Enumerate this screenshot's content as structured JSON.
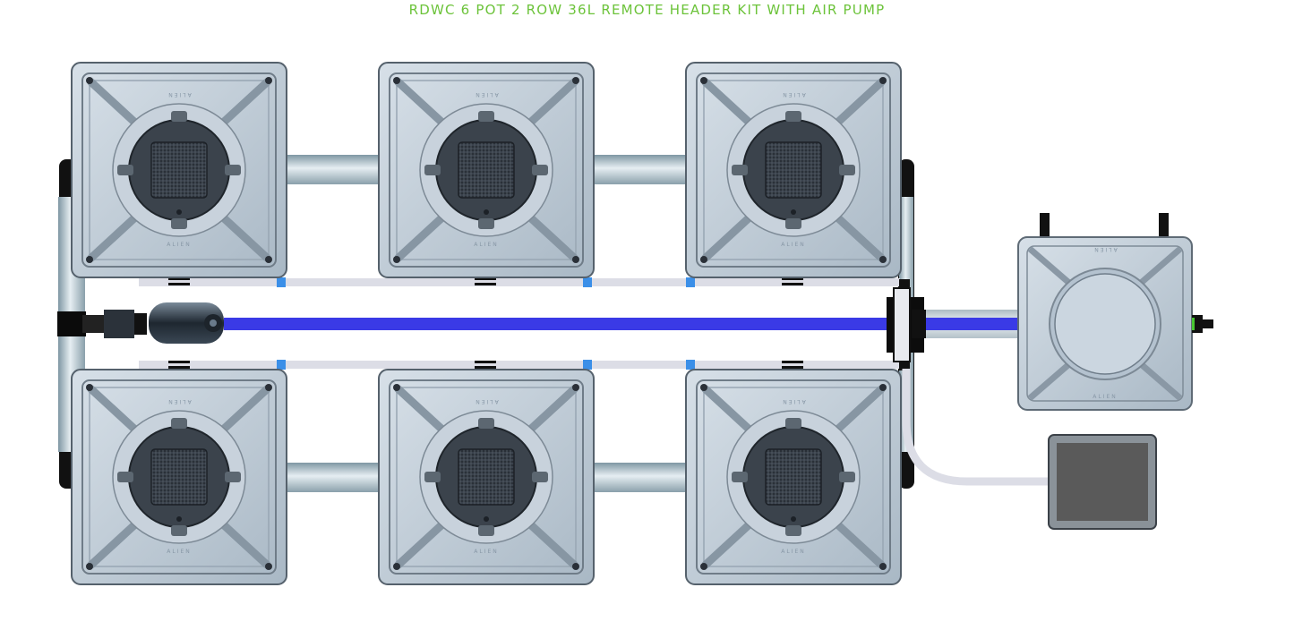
{
  "title": "RDWC 6 POT 2 ROW 36L REMOTE HEADER KIT WITH AIR PUMP",
  "brand_mark": "ALIEN",
  "colors": {
    "title": "#6cc33a",
    "pot_body": "#b9c6d2",
    "pipe": "#9fb3bd",
    "air_line": "#3a3ae6",
    "connector_blue": "#3b8fe8",
    "stone_pad": "#5a5a5a"
  },
  "components": {
    "pots": [
      "pot-top-1",
      "pot-top-2",
      "pot-top-3",
      "pot-bottom-1",
      "pot-bottom-2",
      "pot-bottom-3"
    ],
    "controller": "controller-bucket",
    "air_pump": "air-pump",
    "inline_pump": "inline-water-pump"
  }
}
